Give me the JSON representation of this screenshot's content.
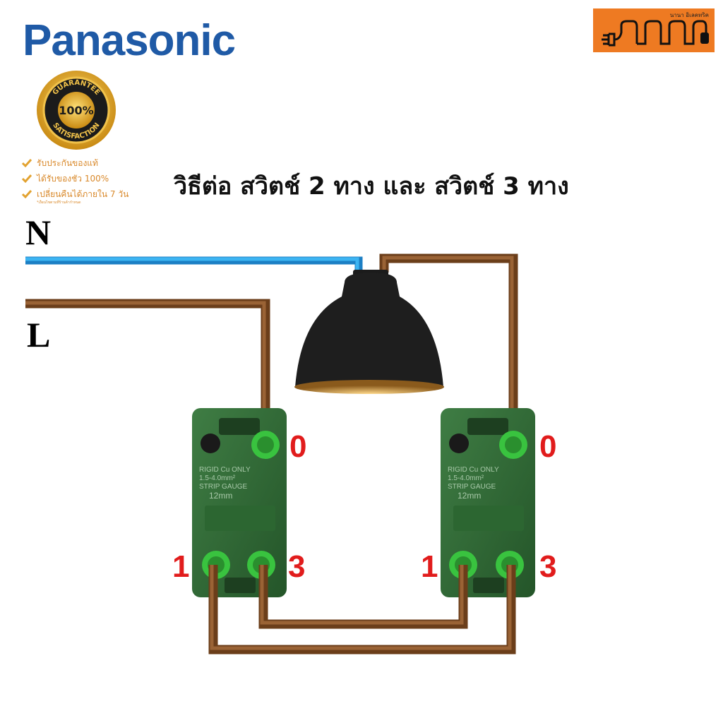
{
  "brand": "Panasonic",
  "store_logo": {
    "icon": "plug-icon",
    "tagline": "นานา อิเลคทริค"
  },
  "badge": {
    "top_text": "GUARANTEE",
    "center_text": "100%",
    "bottom_text": "SATISFACTION"
  },
  "benefits": [
    "รับประกันของแท้",
    "ได้รับของชัว 100%",
    "เปลี่ยนคืนได้ภายใน 7 วัน"
  ],
  "benefits_note": "*เงื่อนไขตามที่ร้านค้ากำหนด",
  "title": "วิธีต่อ สวิตช์ 2 ทาง และ สวิตช์ 3 ทาง",
  "lines": {
    "neutral": "N",
    "live": "L"
  },
  "colors": {
    "neutral_wire": "#2aa3e6",
    "live_wire": "#7a4a22",
    "terminal_label": "#e11c1c",
    "brand": "#1f5aa6",
    "switch_body": "#2f6b34"
  },
  "switch_text": {
    "l1": "RIGID Cu ONLY",
    "l2": "1.5-4.0mm²",
    "l3": "STRIP GAUGE",
    "l4": "12mm"
  },
  "switches": [
    {
      "terminals": {
        "common": "0",
        "left": "1",
        "right": "3"
      }
    },
    {
      "terminals": {
        "common": "0",
        "left": "1",
        "right": "3"
      }
    }
  ]
}
